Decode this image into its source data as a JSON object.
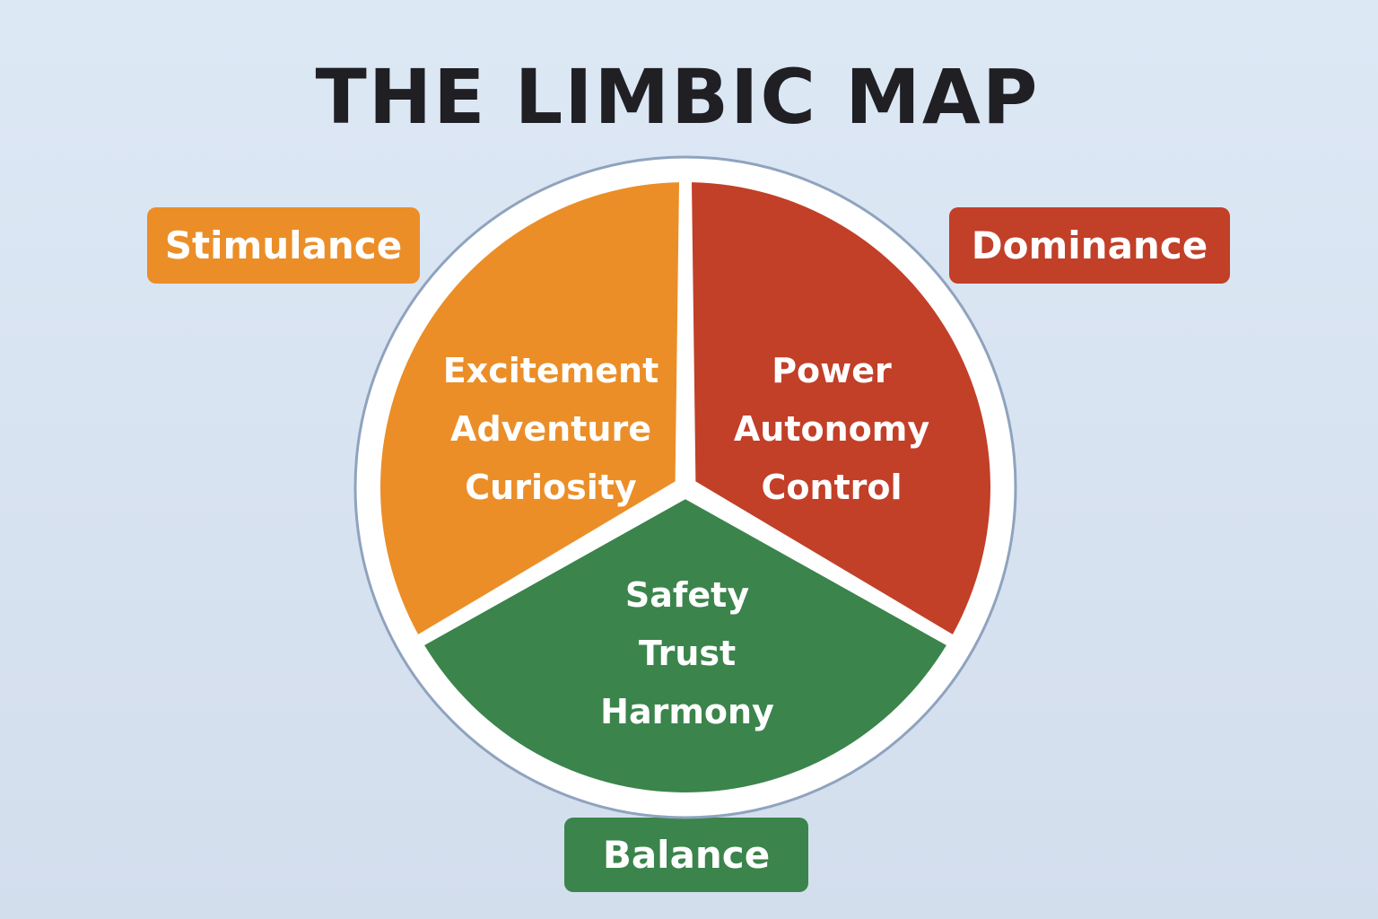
{
  "title": "THE LIMBIC MAP",
  "colors": {
    "stimulance": "#eb8e28",
    "dominance": "#c23f28",
    "balance": "#3b844c",
    "ring_outline": "#8fa3be",
    "background": "#dae5f2",
    "title_text": "#1f1f24"
  },
  "segments": [
    {
      "id": "stimulance",
      "tag": "Stimulance",
      "values": [
        "Excitement",
        "Adventure",
        "Curiosity"
      ]
    },
    {
      "id": "dominance",
      "tag": "Dominance",
      "values": [
        "Power",
        "Autonomy",
        "Control"
      ]
    },
    {
      "id": "balance",
      "tag": "Balance",
      "values": [
        "Safety",
        "Trust",
        "Harmony"
      ]
    }
  ]
}
